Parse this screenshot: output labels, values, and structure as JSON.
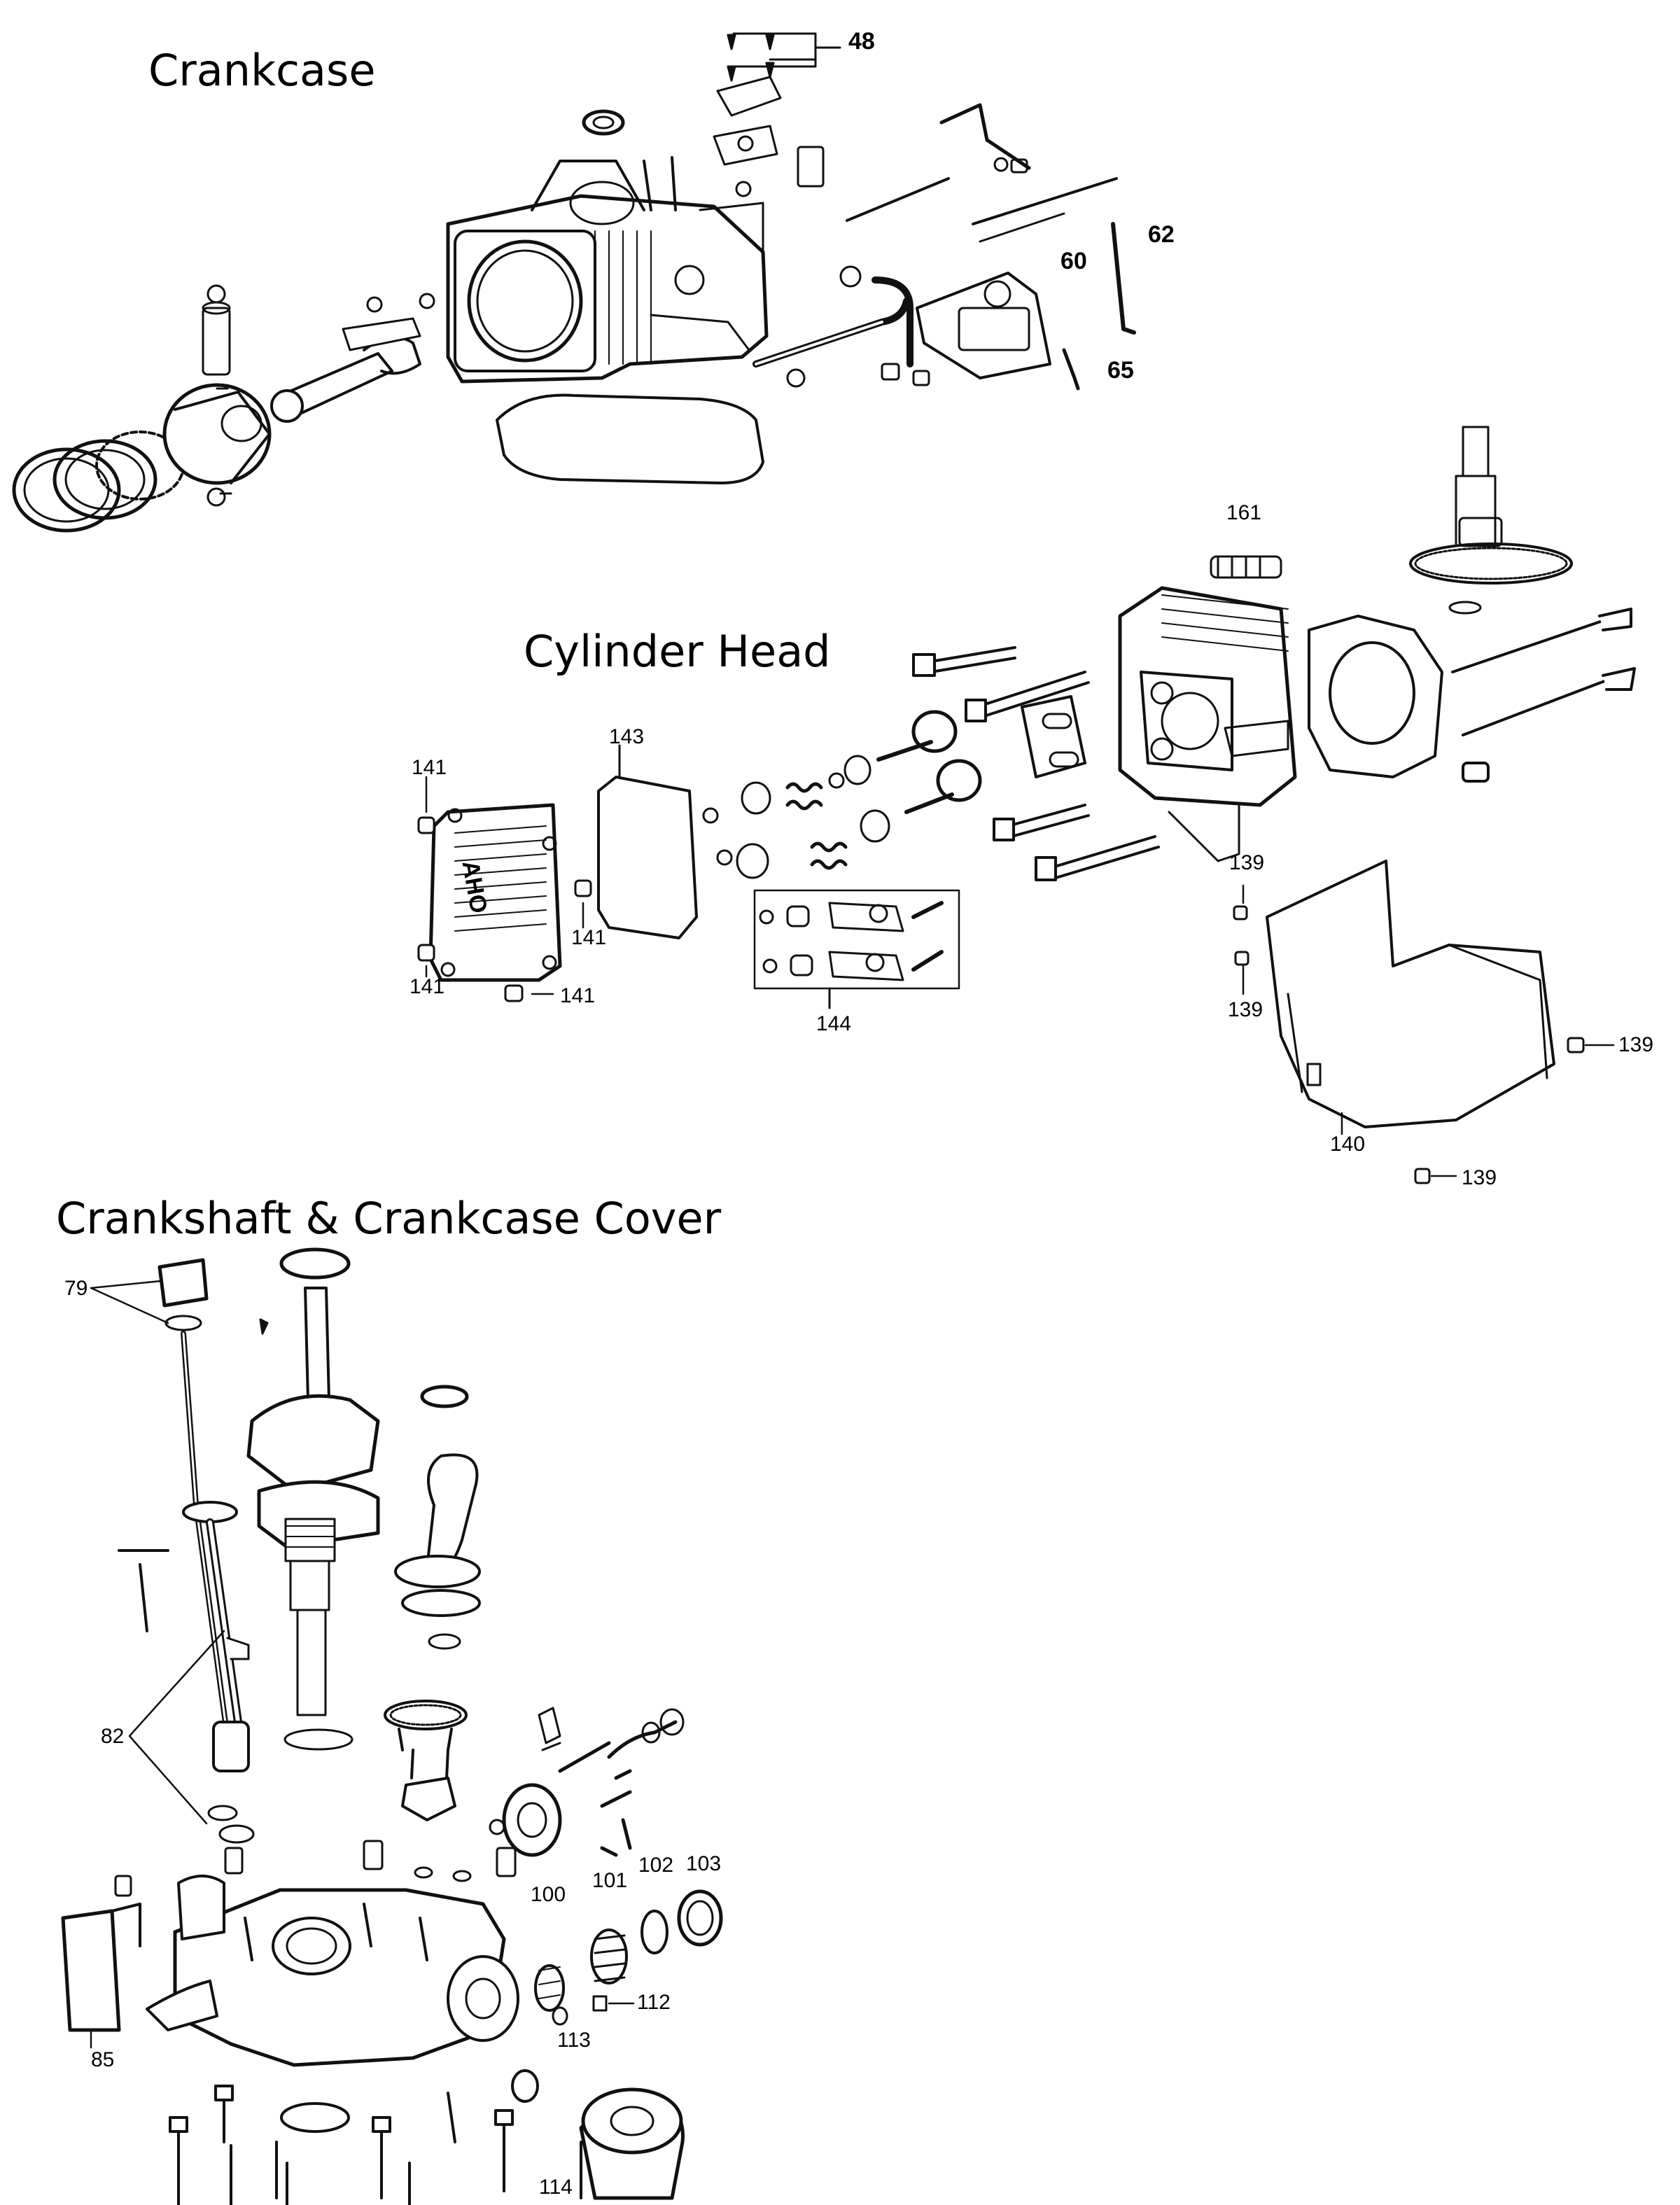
{
  "sections": {
    "crankcase": "Crankcase",
    "cylinder_head": "Cylinder Head",
    "crankshaft_cover": "Crankshaft & Crankcase Cover"
  },
  "callouts": {
    "c48": "48",
    "c60": "60",
    "c62": "62",
    "c65": "65",
    "c161": "161",
    "c143": "143",
    "c141a": "141",
    "c141b": "141",
    "c141c": "141",
    "c141d": "141",
    "c144": "144",
    "c139a": "139",
    "c139b": "139",
    "c139c": "139",
    "c139d": "139",
    "c140": "140",
    "c79": "79",
    "c82": "82",
    "c85": "85",
    "c100": "100",
    "c101": "101",
    "c102": "102",
    "c103": "103",
    "c112": "112",
    "c113": "113",
    "c114": "114"
  },
  "engraving": "AHO"
}
